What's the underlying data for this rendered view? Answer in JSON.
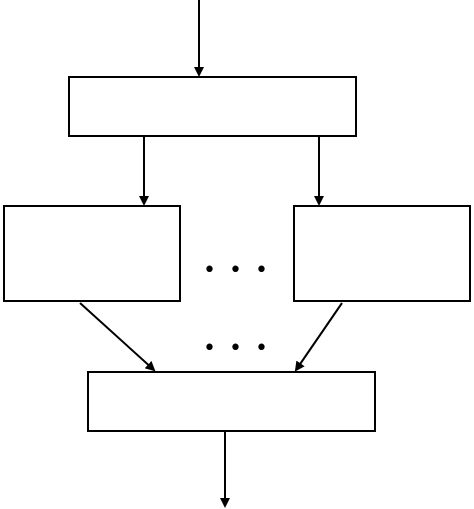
{
  "diagram": {
    "nodes": [
      {
        "id": "top",
        "label": ""
      },
      {
        "id": "left",
        "label": ""
      },
      {
        "id": "right",
        "label": ""
      },
      {
        "id": "bottom",
        "label": ""
      }
    ],
    "edges": [
      {
        "from": "input",
        "to": "top"
      },
      {
        "from": "top",
        "to": "left"
      },
      {
        "from": "top",
        "to": "right"
      },
      {
        "from": "left",
        "to": "bottom"
      },
      {
        "from": "right",
        "to": "bottom"
      },
      {
        "from": "bottom",
        "to": "output"
      }
    ],
    "ellipsis_middle": "• • •",
    "ellipsis_lower": "• • •",
    "colors": {
      "stroke": "#000000",
      "background": "#ffffff"
    }
  }
}
